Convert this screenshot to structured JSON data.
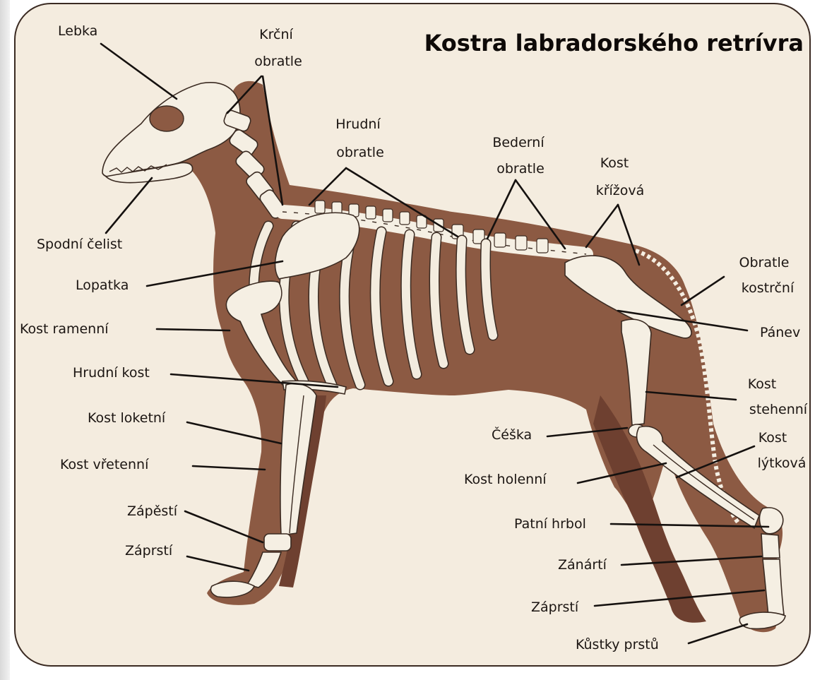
{
  "title": "Kostra labradorského retrívra",
  "colors": {
    "body": "#8c5a43",
    "body_dark": "#6e4030",
    "bone": "#f5efe3",
    "frame_bg": "#f4ecdf",
    "frame_border": "#3a2a22"
  },
  "labels": {
    "lebka": "Lebka",
    "krcni_1": "Krční",
    "krcni_2": "obratle",
    "hrudni_obr_1": "Hrudní",
    "hrudni_obr_2": "obratle",
    "bederni_1": "Bederní",
    "bederni_2": "obratle",
    "krizova_1": "Kost",
    "krizova_2": "křížová",
    "kostrcni_1": "Obratle",
    "kostrcni_2": "kostrční",
    "spodni_celist": "Spodní čelist",
    "lopatka": "Lopatka",
    "kost_ramenni": "Kost ramenní",
    "hrudni_kost": "Hrudní kost",
    "kost_loketni": "Kost loketní",
    "kost_vretenni": "Kost vřetenní",
    "zapesti": "Zápěstí",
    "zaprsti_front": "Záprstí",
    "panev": "Pánev",
    "stehenni_1": "Kost",
    "stehenni_2": "stehenní",
    "ceska": "Čéška",
    "lytkova_1": "Kost",
    "lytkova_2": "lýtková",
    "kost_holenni": "Kost holenní",
    "patni_hrbol": "Patní hrbol",
    "zanarti": "Zánártí",
    "zaprsti_hind": "Záprstí",
    "kustky_prstu": "Kůstky prstů"
  }
}
